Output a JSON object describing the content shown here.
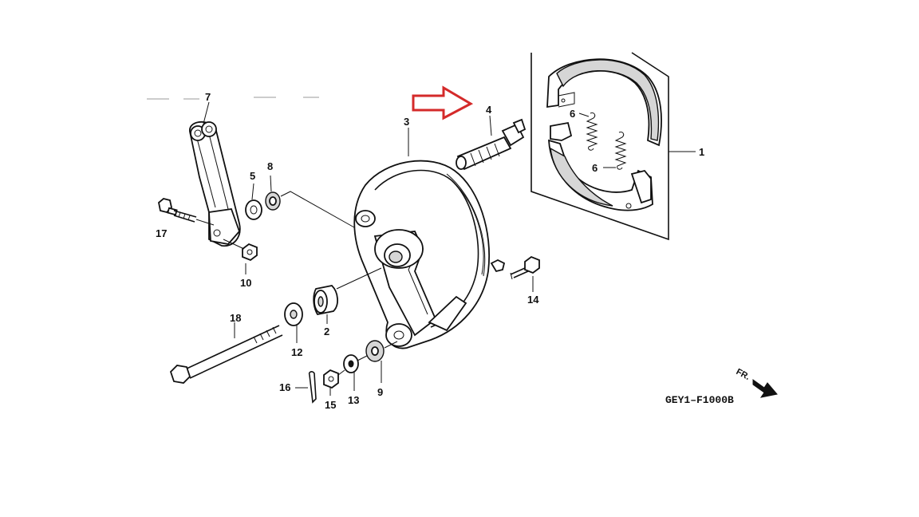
{
  "diagram": {
    "part_labels": [
      {
        "id": "1",
        "text": "1"
      },
      {
        "id": "2",
        "text": "2"
      },
      {
        "id": "3",
        "text": "3"
      },
      {
        "id": "4",
        "text": "4"
      },
      {
        "id": "5",
        "text": "5"
      },
      {
        "id": "6a",
        "text": "6"
      },
      {
        "id": "6b",
        "text": "6"
      },
      {
        "id": "7",
        "text": "7"
      },
      {
        "id": "8",
        "text": "8"
      },
      {
        "id": "9",
        "text": "9"
      },
      {
        "id": "10",
        "text": "10"
      },
      {
        "id": "12",
        "text": "12"
      },
      {
        "id": "13",
        "text": "13"
      },
      {
        "id": "14",
        "text": "14"
      },
      {
        "id": "15",
        "text": "15"
      },
      {
        "id": "16",
        "text": "16"
      },
      {
        "id": "17",
        "text": "17"
      },
      {
        "id": "18",
        "text": "18"
      }
    ],
    "diagram_code": "GEY1–F1000B",
    "direction_label": "FR.",
    "highlight_arrow_color": "#d42a2a"
  }
}
